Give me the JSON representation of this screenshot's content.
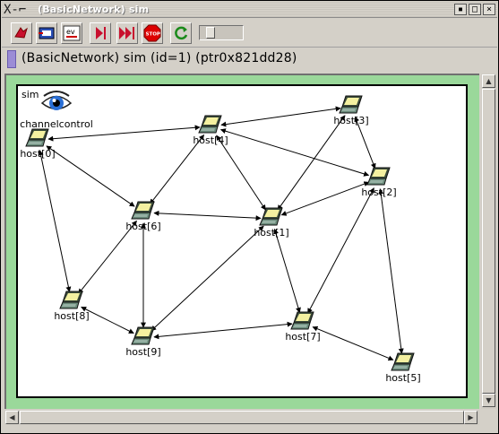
{
  "window": {
    "title": "(BasicNetwork) sim",
    "icon_glyph": "X-⌐",
    "controls": {
      "minimize": "▪",
      "maximize": "□",
      "close": "×"
    }
  },
  "toolbar": {
    "tools": [
      {
        "name": "step-back-icon"
      },
      {
        "name": "module-output-icon"
      },
      {
        "name": "event-log-icon",
        "text": "ev"
      },
      {
        "name": "run-icon"
      },
      {
        "name": "fast-run-icon"
      },
      {
        "name": "stop-icon",
        "text": "STOP"
      },
      {
        "name": "refresh-icon"
      }
    ],
    "slider_value": 0.15
  },
  "infobar": {
    "text": "(BasicNetwork) sim  (id=1)  (ptr0x821dd28)",
    "marker_color": "#9b8cd6"
  },
  "canvas": {
    "module_label": "sim",
    "background": "#9ad89a",
    "channelcontrol_label": "channelcontrol",
    "hosts": [
      {
        "id": "host0",
        "label": "host[0]"
      },
      {
        "id": "host1",
        "label": "host[1]"
      },
      {
        "id": "host2",
        "label": "host[2]"
      },
      {
        "id": "host3",
        "label": "host[3]"
      },
      {
        "id": "host4",
        "label": "host[4]"
      },
      {
        "id": "host5",
        "label": "host[5]"
      },
      {
        "id": "host6",
        "label": "host[6]"
      },
      {
        "id": "host7",
        "label": "host[7]"
      },
      {
        "id": "host8",
        "label": "host[8]"
      },
      {
        "id": "host9",
        "label": "host[9]"
      }
    ],
    "links": [
      [
        "host0",
        "host4"
      ],
      [
        "host0",
        "host6"
      ],
      [
        "host0",
        "host8"
      ],
      [
        "host4",
        "host3"
      ],
      [
        "host4",
        "host6"
      ],
      [
        "host4",
        "host1"
      ],
      [
        "host4",
        "host2"
      ],
      [
        "host3",
        "host1"
      ],
      [
        "host3",
        "host2"
      ],
      [
        "host6",
        "host1"
      ],
      [
        "host6",
        "host8"
      ],
      [
        "host6",
        "host9"
      ],
      [
        "host1",
        "host2"
      ],
      [
        "host1",
        "host7"
      ],
      [
        "host1",
        "host9"
      ],
      [
        "host2",
        "host7"
      ],
      [
        "host2",
        "host5"
      ],
      [
        "host8",
        "host9"
      ],
      [
        "host9",
        "host7"
      ],
      [
        "host7",
        "host5"
      ]
    ]
  },
  "scrollbars": {
    "up": "▲",
    "down": "▼",
    "left": "◀",
    "right": "▶"
  }
}
